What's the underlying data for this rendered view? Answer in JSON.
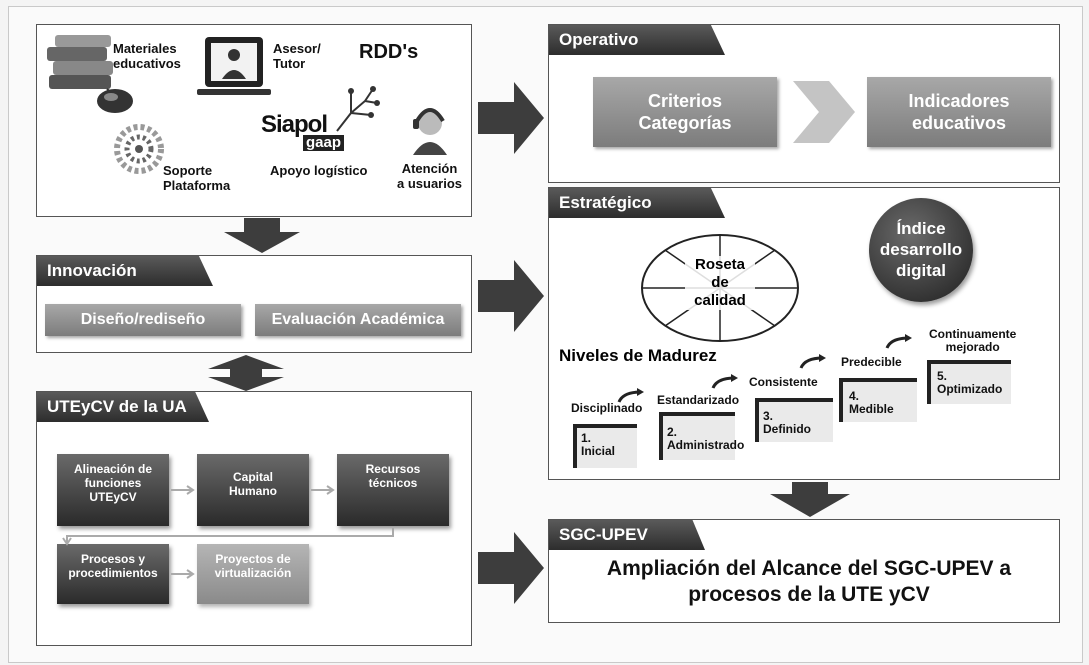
{
  "top_panel": {
    "materiales": "Materiales\neducativos",
    "asesor": "Asesor/\nTutor",
    "rdds": "RDD's",
    "siapol": "Siapol",
    "gaap": "gaap",
    "apoyo": "Apoyo logístico",
    "soporte": "Soporte\nPlataforma",
    "atencion": "Atención\na usuarios"
  },
  "innovacion": {
    "header": "Innovación",
    "item1": "Diseño/rediseño",
    "item2": "Evaluación Académica"
  },
  "uteycv": {
    "header": "UTEyCV de la UA",
    "box1": "Alineación de\nfunciones\nUTEyCV",
    "box2": "Capital\nHumano",
    "box3": "Recursos\ntécnicos",
    "box4": "Procesos y\nprocedimientos",
    "box5": "Proyectos de\nvirtualización"
  },
  "operativo": {
    "header": "Operativo",
    "box1": "Criterios\nCategorías",
    "box2": "Indicadores\neducativos"
  },
  "estrategico": {
    "header": "Estratégico",
    "roseta": "Roseta\nde\ncalidad",
    "indice": "Índice\ndesarrollo\ndigital",
    "niveles": "Niveles de Madurez",
    "levels": [
      {
        "top": "Disciplinado",
        "step": "1.\nInicial"
      },
      {
        "top": "Estandarizado",
        "step": "2.\nAdministrado"
      },
      {
        "top": "Consistente",
        "step": "3.\nDefinido"
      },
      {
        "top": "Predecible",
        "step": "4.\nMedible"
      },
      {
        "top": "Continuamente\nmejorado",
        "step": "5.\nOptimizado"
      }
    ]
  },
  "sgc": {
    "header": "SGC-UPEV",
    "text": "Ampliación del Alcance del SGC-UPEV a\nprocesos de la UTE yCV"
  }
}
